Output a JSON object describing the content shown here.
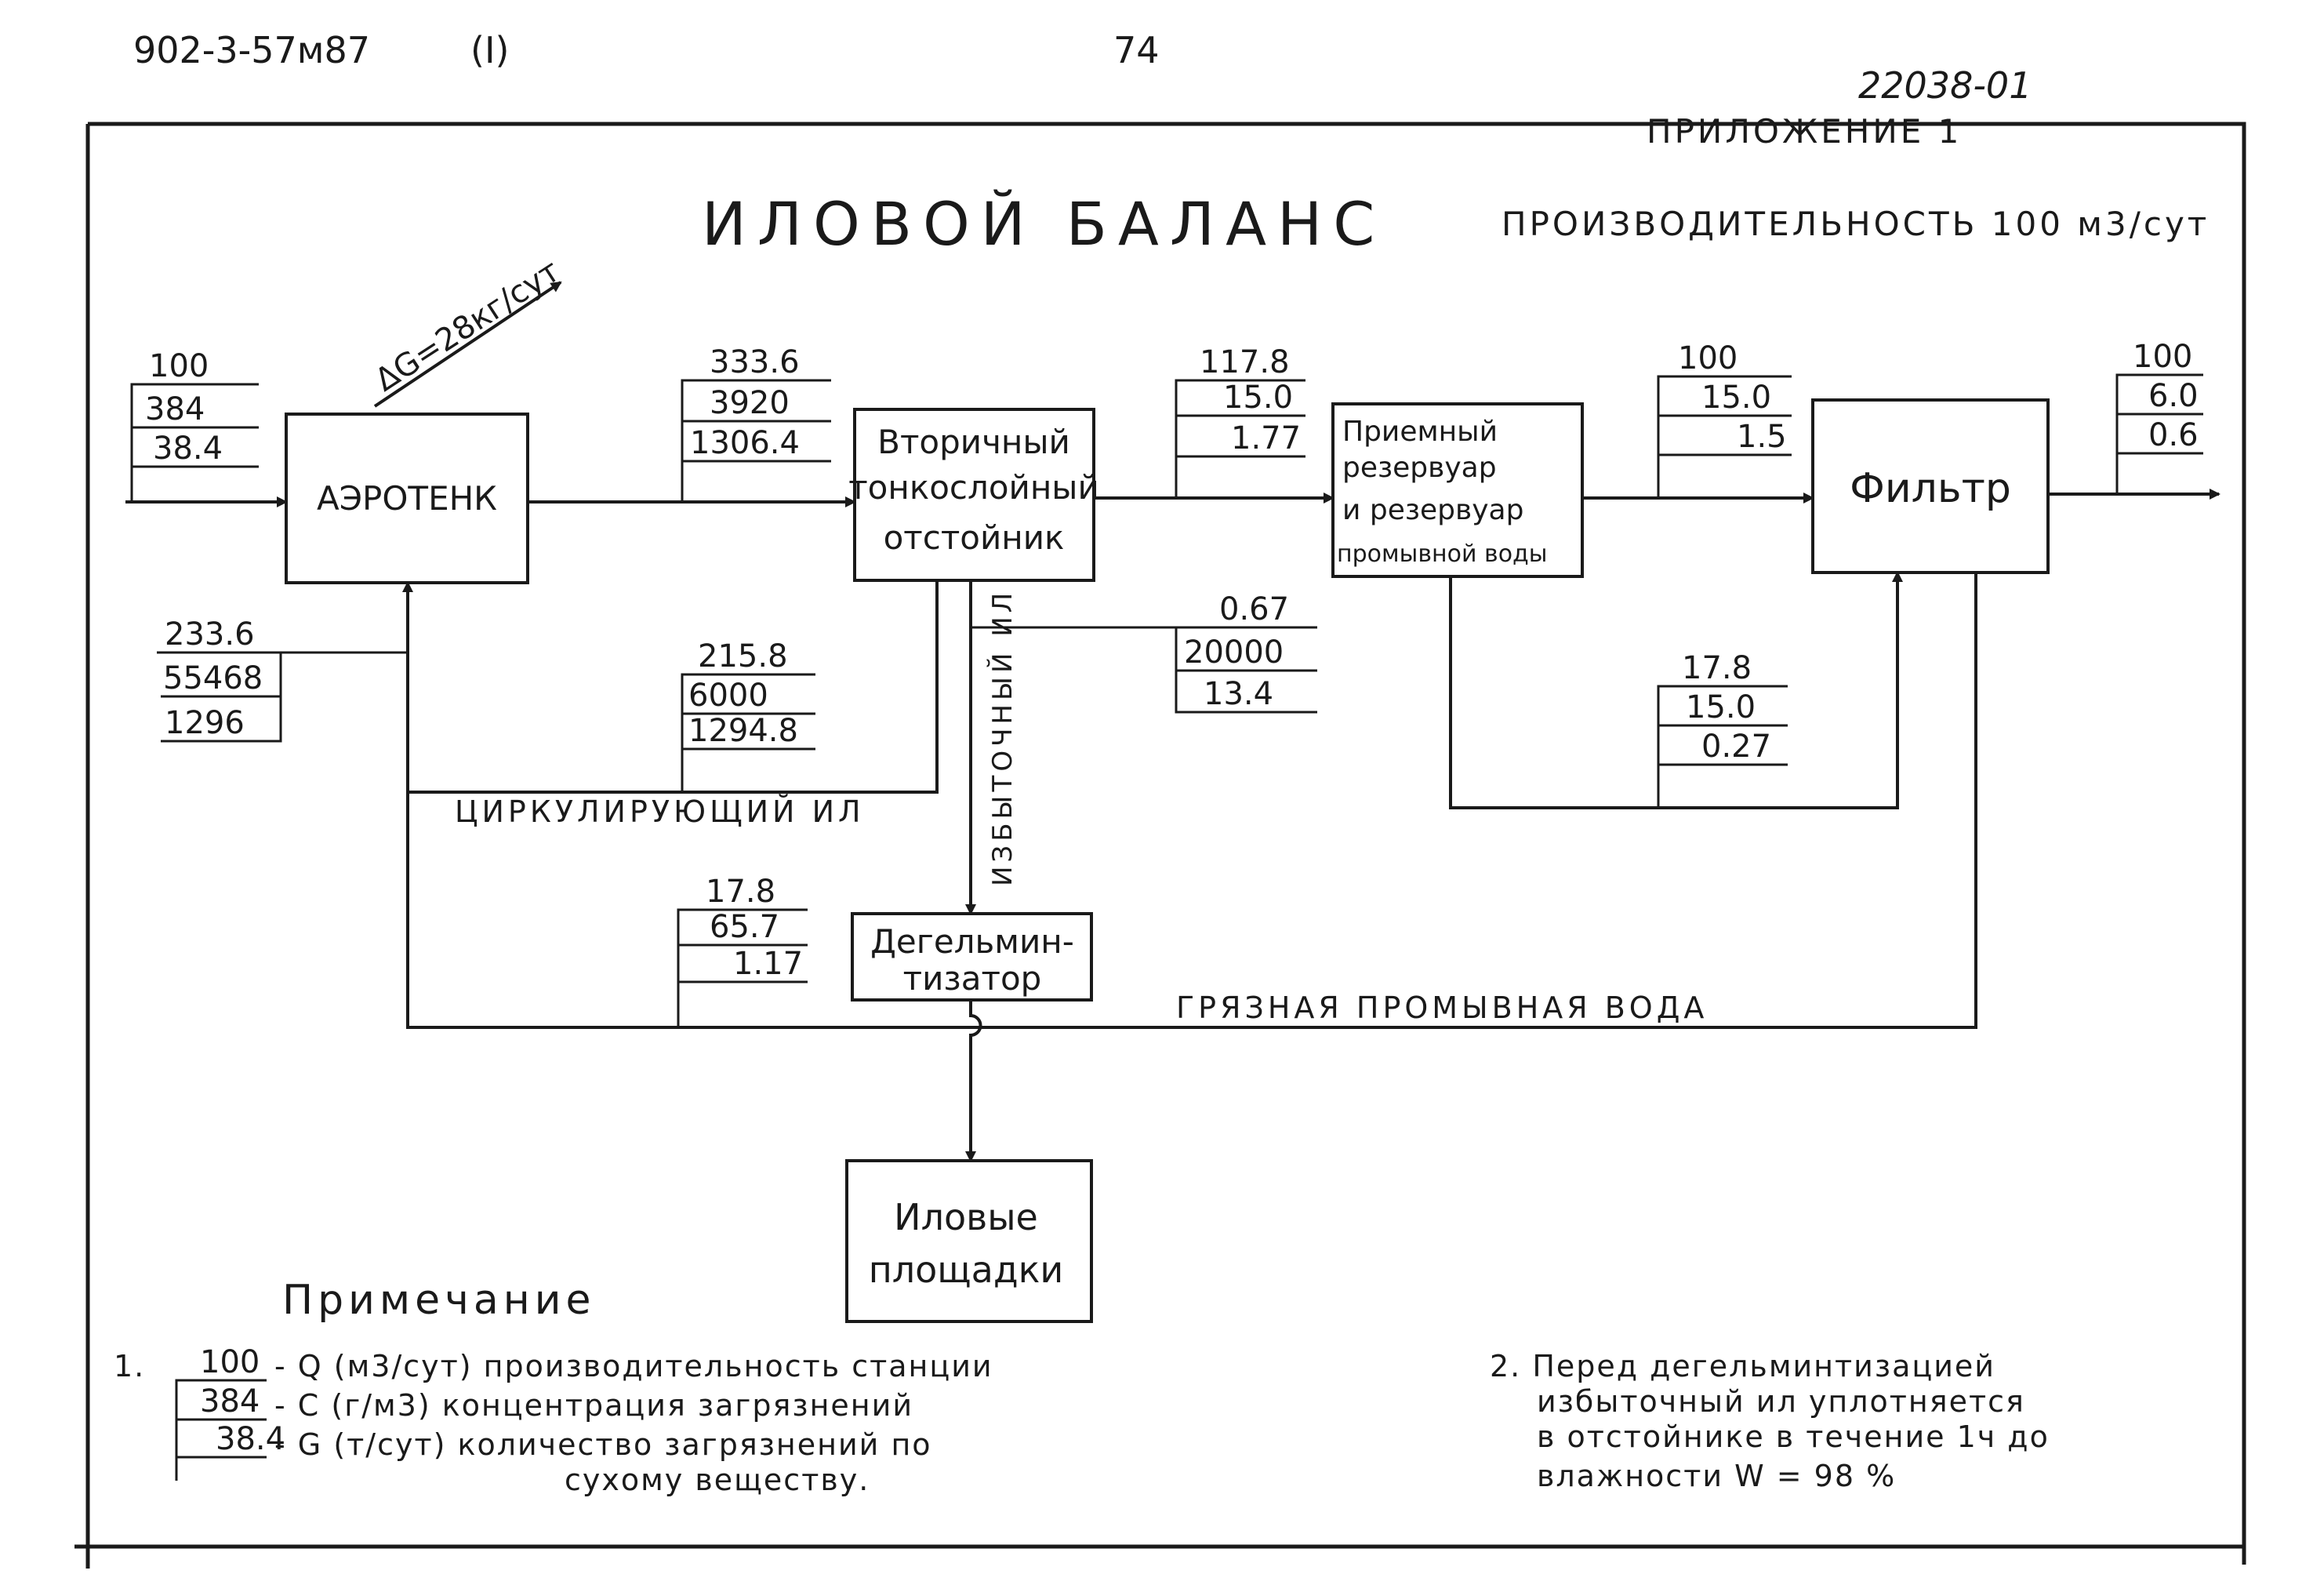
{
  "header": {
    "doc_code": "902-3-57м87",
    "section": "(I)",
    "page_number": "74",
    "sheet_code": "22038-01",
    "appendix": "ПРИЛОЖЕНИЕ 1"
  },
  "title": "ИЛОВОЙ БАЛАНС",
  "subtitle": "ПРОИЗВОДИТЕЛЬНОСТЬ 100 м3/сут",
  "dg_label": "ΔG=28кг/сут",
  "boxes": {
    "aerotank": "АЭРОТЕНК",
    "clarifier": [
      "Вторичный",
      "тонкослойный",
      "отстойник"
    ],
    "reservoir": [
      "Приемный",
      "резервуар",
      "и резервуар",
      "промывной воды"
    ],
    "filter": "Фильтр",
    "degelmintizator": [
      "Дегельмин-",
      "тизатор"
    ],
    "sludge_beds": [
      "Иловые",
      "площадки"
    ]
  },
  "flow_values": {
    "inflow": [
      "100",
      "384",
      "38.4"
    ],
    "aerotank_out": [
      "333.6",
      "3920",
      "1306.4"
    ],
    "clarifier_out": [
      "117.8",
      "15.0",
      "1.77"
    ],
    "reservoir_out": [
      "100",
      "15.0",
      "1.5"
    ],
    "filter_out": [
      "100",
      "6.0",
      "0.6"
    ],
    "return_to_aerotank": [
      "233.6",
      "55468",
      "1296"
    ],
    "circulating": [
      "215.8",
      "6000",
      "1294.8"
    ],
    "excess_sludge": [
      "0.67",
      "20000",
      "13.4"
    ],
    "wash_water": [
      "17.8",
      "15.0",
      "0.27"
    ],
    "degelmintizator_return": [
      "17.8",
      "65.7",
      "1.17"
    ]
  },
  "line_labels": {
    "circulating_sludge": "ЦИРКУЛИРУЮЩИЙ ИЛ",
    "excess_sludge": "ИЗБЫТОЧНЫЙ ИЛ",
    "dirty_wash_water": "ГРЯЗНАЯ ПРОМЫВНАЯ ВОДА"
  },
  "notes": {
    "heading": "Примечание",
    "n1_num": "1.",
    "legend_values": [
      "100",
      "384",
      "38.4"
    ],
    "legend_lines": [
      "- Q (м3/сут) производительность станции",
      "- С (г/м3) концентрация загрязнений",
      "- G (т/сут) количество загрязнений по",
      "сухому веществу."
    ],
    "n2_lines": [
      "2. Перед дегельминтизацией",
      "избыточный ил уплотняется",
      "в отстойнике в течение 1ч до",
      "влажности W = 98 %"
    ]
  }
}
